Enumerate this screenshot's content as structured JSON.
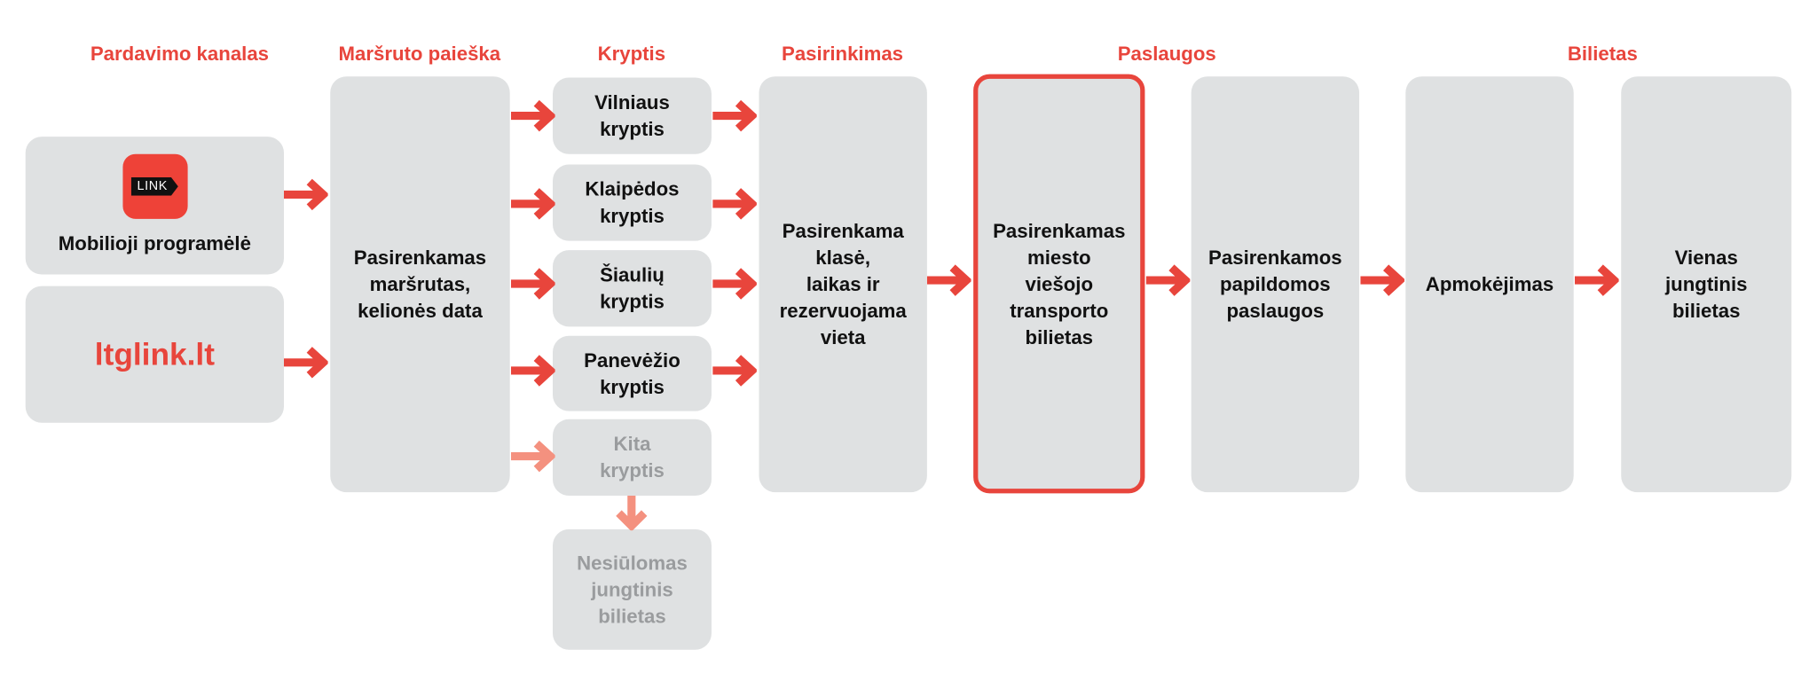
{
  "headers": {
    "channel": "Pardavimo kanalas",
    "route_search": "Maršruto paieška",
    "direction": "Kryptis",
    "selection": "Pasirinkimas",
    "services": "Paslaugos",
    "ticket": "Bilietas"
  },
  "channels": {
    "app_logo_text": "LINK",
    "app_label": "Mobilioji programėlė",
    "website": "ltglink.lt"
  },
  "route_box": [
    "Pasirenkamas",
    "maršrutas,",
    "kelionės data"
  ],
  "directions": [
    {
      "line1": "Vilniaus",
      "line2": "kryptis"
    },
    {
      "line1": "Klaipėdos",
      "line2": "kryptis"
    },
    {
      "line1": "Šiaulių",
      "line2": "kryptis"
    },
    {
      "line1": "Panevėžio",
      "line2": "kryptis"
    },
    {
      "line1": "Kita",
      "line2": "kryptis"
    }
  ],
  "not_offered": [
    "Nesiūlomas",
    "jungtinis",
    "bilietas"
  ],
  "selection_box": [
    "Pasirenkama",
    "klasė,",
    "laikas ir",
    "rezervuojama",
    "vieta"
  ],
  "services_box": [
    "Pasirenkamas",
    "miesto",
    "viešojo",
    "transporto",
    "bilietas"
  ],
  "extras_box": [
    "Pasirenkamos",
    "papildomos",
    "paslaugos"
  ],
  "payment_box": "Apmokėjimas",
  "ticket_box": [
    "Vienas",
    "jungtinis",
    "bilietas"
  ],
  "colors": {
    "accent": "#e8453c",
    "accent_light": "#f4917f",
    "box": "#dfe1e2"
  }
}
